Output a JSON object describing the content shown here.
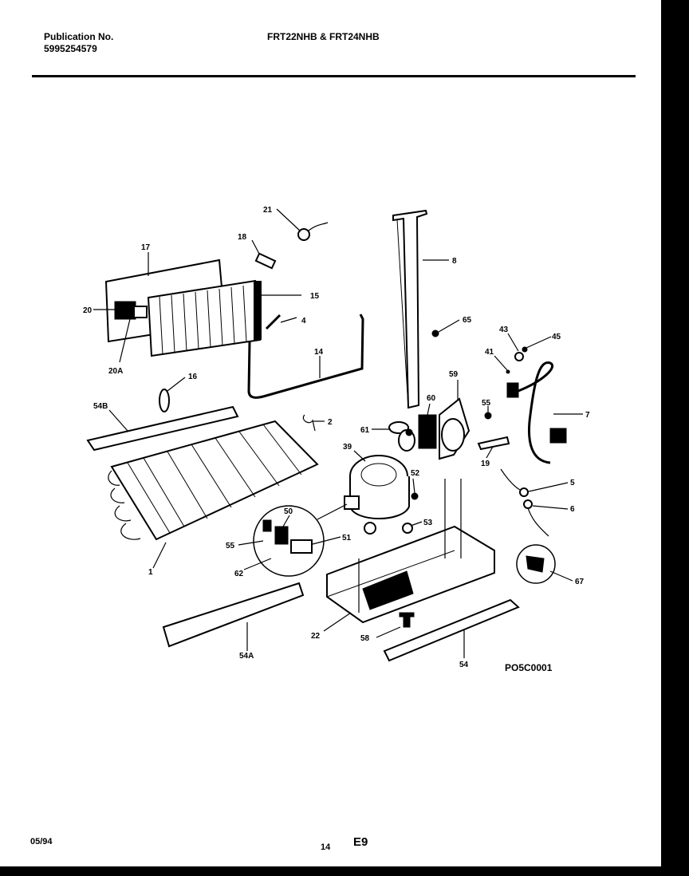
{
  "header": {
    "publication_label": "Publication No.",
    "publication_number": "5995254579",
    "models": "FRT22NHB & FRT24NHB"
  },
  "footer": {
    "date": "05/94",
    "page": "14",
    "section": "E9"
  },
  "diagram": {
    "drawing_id": "PO5C0001",
    "callouts": [
      "21",
      "18",
      "17",
      "15",
      "20",
      "4",
      "20A",
      "14",
      "16",
      "8",
      "65",
      "43",
      "45",
      "41",
      "7",
      "54B",
      "2",
      "59",
      "60",
      "61",
      "39",
      "55",
      "19",
      "52",
      "53",
      "5",
      "6",
      "1",
      "50",
      "51",
      "55",
      "62",
      "67",
      "22",
      "58",
      "54A",
      "54"
    ]
  },
  "colors": {
    "ink": "#000000",
    "paper": "#ffffff",
    "frame": "#000000"
  }
}
